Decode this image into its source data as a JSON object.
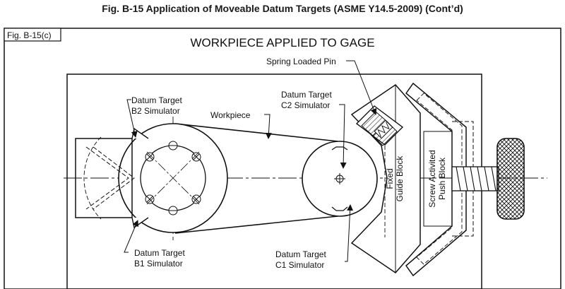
{
  "header": {
    "title": "Fig. B-15    Application of Moveable Datum Targets (ASME Y14.5-2009) (Cont’d)"
  },
  "figure": {
    "tag": "Fig. B-15(c)",
    "heading": "WORKPIECE APPLIED TO GAGE",
    "labels": {
      "spring_pin": "Spring Loaded Pin",
      "b2_line1": "Datum Target",
      "b2_line2": "B2 Simulator",
      "workpiece": "Workpiece",
      "c2_line1": "Datum Target",
      "c2_line2": "C2 Simulator",
      "fixed_line1": "Fixed",
      "fixed_line2": "Guide Block",
      "screw_line1": "Screw Activited",
      "screw_line2": "Push Block",
      "c1_line1": "Datum Target",
      "c1_line2": "C1 Simulator",
      "b1_line1": "Datum Target",
      "b1_line2": "B1 Simulator"
    }
  },
  "colors": {
    "ink": "#111111",
    "background": "#ffffff"
  }
}
